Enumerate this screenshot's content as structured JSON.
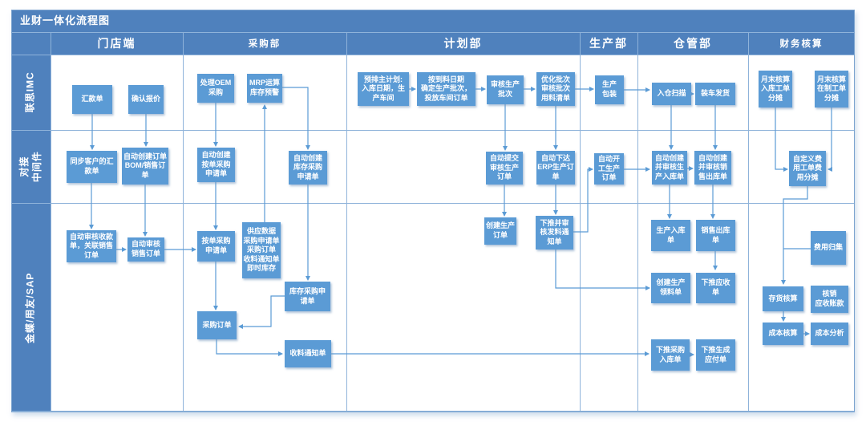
{
  "title": "业财一体化流程图",
  "colors": {
    "header_bg": "#4f81bd",
    "node_bg": "#5b9bd5",
    "connector": "#5b9bd5",
    "grid_line": "#8fb3da"
  },
  "columns": [
    "门店端",
    "采购部",
    "计划部",
    "生产部",
    "仓管部",
    "财务核算"
  ],
  "rows": [
    "联思IMC",
    "对接\n中间件",
    "金蝶/用友/SAP"
  ],
  "nodes": {
    "remittance": "汇款单",
    "confirm_quote": "确认报价",
    "handle_oem": "处理OEM\n采购",
    "mrp_alert": "MRP运算\n库存预警",
    "master_plan": "预排主计划:\n入库日期，生\n产车间",
    "material_date": "按到料日期\n确定生产批次，\n投放车间订单",
    "review_batch": "审核生产\n批次",
    "optimize_batch": "优化批次\n审核批次\n用料清单",
    "production_packing": "生产\n包装",
    "warehouse_scan": "入仓扫描",
    "truck_ship": "装车发货",
    "month_end_in": "月末核算\n入库工单\n分摊",
    "month_end_wip": "月末核算\n在制工单\n分摊",
    "sync_remit": "同步客户的汇\n款单",
    "auto_bom": "自动创建订单\nBOM/销售订\n单",
    "auto_order_req": "自动创建\n按单采购\n申请单",
    "auto_stock_req": "自动创建\n库存采购\n申请单",
    "auto_submit_prod": "自动提交\n审核生产\n订单",
    "auto_erp_order": "自动下达\nERP生产订\n单",
    "auto_start_prod": "自动开\n工生产\n订单",
    "auto_prod_in": "自动创建\n并审核生\n产入库单",
    "auto_sales_out": "自动创建\n并审核销\n售出库单",
    "custom_expense": "自定义费\n用工单费\n用分摊",
    "auto_receipt": "自动审核收款\n单，关联销售\n订单",
    "auto_sales_order": "自动审核\n销售订单",
    "order_purchase_req": "按单采购\n申请单",
    "supply_data": "供应数据\n采购申请单\n采购订单\n收料通知单\n即时库存",
    "stock_purchase_req": "库存采购申\n请单",
    "purchase_order": "采购订单",
    "receipt_notice": "收料通知单",
    "create_prod_order": "创建生产\n订单",
    "push_material_notice": "下推并审\n核发料通\n知单",
    "prod_in_order": "生产入库\n单",
    "sales_out_order": "销售出库\n单",
    "create_picking": "创建生产\n领料单",
    "push_receivable": "下推应收\n单",
    "expense_collect": "费用归集",
    "inventory_acct": "存货核算",
    "writeoff_ar": "核销\n应收账款",
    "cost_acct": "成本核算",
    "cost_analysis": "成本分析",
    "push_purchase_in": "下推采购\n入库单",
    "push_payable": "下推生成\n应付单"
  }
}
